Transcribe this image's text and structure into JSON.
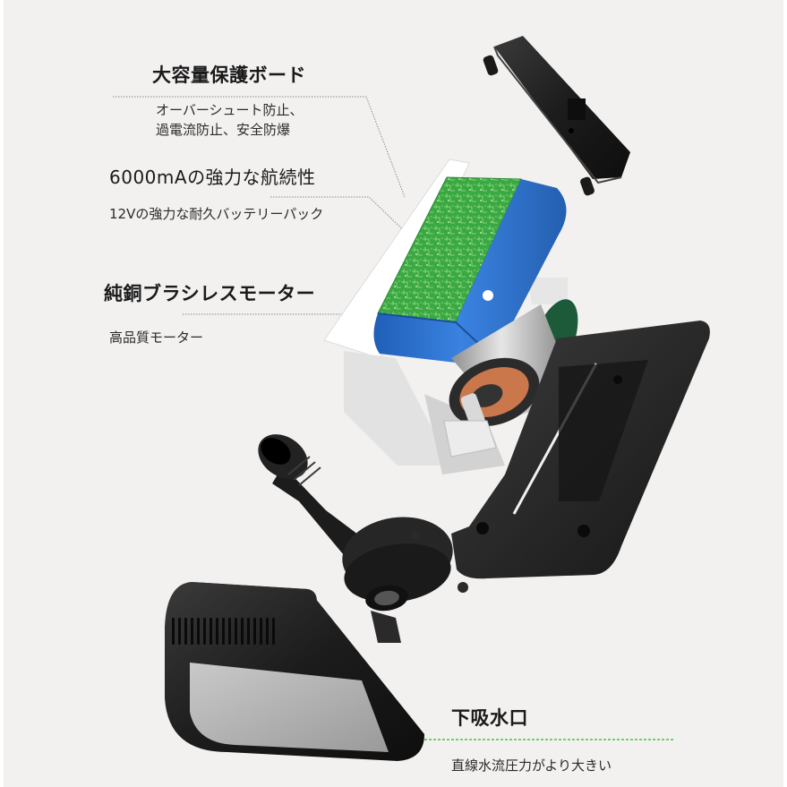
{
  "annotations": [
    {
      "title": "大容量保護ボード",
      "description_lines": [
        "オーバーシュート防止、",
        "過電流防止、安全防爆"
      ],
      "leader_color": "#8a8a8a"
    },
    {
      "title": "6000mAの強力な航続性",
      "description_lines": [
        "12Vの強力な耐久バッテリーパック"
      ],
      "leader_color": "#8a8a8a"
    },
    {
      "title": "純銅ブラシレスモーター",
      "description_lines": [
        "高品質モーター"
      ],
      "leader_color": "#8a8a8a"
    },
    {
      "title": "下吸水口",
      "description_lines": [
        "直線水流圧力がより大きい"
      ],
      "leader_color": "#6fcf6f"
    }
  ],
  "components": [
    {
      "name": "top-cap",
      "icon": "end-cap-icon",
      "color": "#1c1c1c"
    },
    {
      "name": "protection-board",
      "icon": "pcb-icon",
      "color": "#3fb04a"
    },
    {
      "name": "battery-pack",
      "icon": "battery-icon",
      "color": "#2f73d0"
    },
    {
      "name": "brushless-motor",
      "icon": "motor-icon",
      "color": "#b8b8b8"
    },
    {
      "name": "motor-bracket",
      "icon": "bracket-icon",
      "color": "#e4e4e4"
    },
    {
      "name": "mounting-plate",
      "icon": "plate-icon",
      "color": "#242424"
    },
    {
      "name": "pump-head-outlet",
      "icon": "pump-head-icon",
      "color": "#1e1e1e"
    },
    {
      "name": "intake-filter-cover",
      "icon": "filter-cover-icon",
      "color": "#262626"
    }
  ],
  "colors": {
    "background": "#f3f1f0",
    "text": "#1a1a1a",
    "pcb_green": "#3fb04a",
    "battery_blue": "#2f73d0",
    "plastic_black": "#1f1f1f",
    "leader_green": "#6fcf6f"
  }
}
